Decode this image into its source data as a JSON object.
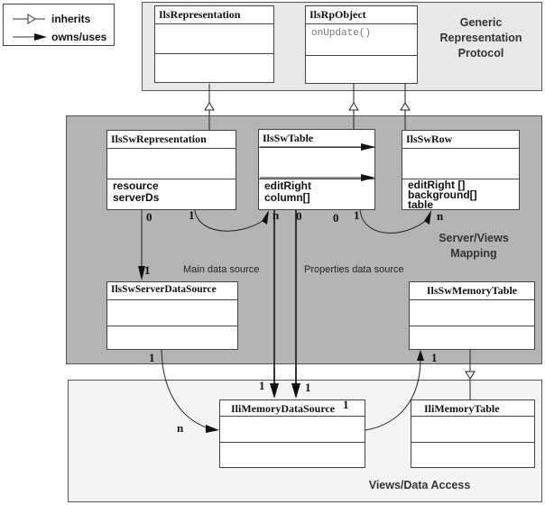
{
  "legend": {
    "inherits_label": "inherits",
    "owns_label": "owns/uses",
    "inherits_icon": "hollow-triangle-arrow-icon",
    "owns_icon": "filled-arrow-icon"
  },
  "packages": {
    "generic": {
      "label_lines": [
        "Generic",
        "Representation",
        "Protocol"
      ],
      "color": "#e8e8e8"
    },
    "server": {
      "label_lines": [
        "Server/Views",
        "Mapping"
      ],
      "color": "#b4b4b4"
    },
    "views": {
      "label_lines": [
        "Views/Data Access"
      ],
      "color": "#f4f4f4"
    }
  },
  "classes": {
    "ilsRepresentation": {
      "name": "IlsRepresentation",
      "methods": [],
      "attributes": []
    },
    "ilsRpObject": {
      "name": "IlsRpObject",
      "methods": [
        "onUpdate()"
      ],
      "attributes": []
    },
    "ilsSwRepresentation": {
      "name": "IlsSwRepresentation",
      "attributes": [
        "resource",
        "serverDs"
      ]
    },
    "ilsSwTable": {
      "name": "IlsSwTable",
      "attributes": [
        "editRight",
        "column[]"
      ]
    },
    "ilsSwRow": {
      "name": "IlsSwRow",
      "attributes": [
        "editRight []",
        "background[]",
        "table"
      ]
    },
    "ilsSwServerDataSource": {
      "name": "IlsSwServerDataSource"
    },
    "ilsSwMemoryTable": {
      "name": "IlsSwMemoryTable"
    },
    "iliMemoryDataSource": {
      "name": "IliMemoryDataSource"
    },
    "iliMemoryTable": {
      "name": "IliMemoryTable"
    }
  },
  "notes": {
    "main_data_source": "Main data source",
    "properties_data_source": "Properties data source"
  },
  "multiplicities": {
    "rep_server_0": "0",
    "rep_table_1": "1",
    "table_n": "n",
    "table_prop_0": "0",
    "table_row_0": "0",
    "table_row_1": "1",
    "row_n": "n",
    "server_ds_1": "1",
    "server_ds_bottom_1": "1",
    "memtable_1": "1",
    "mds_left_1": "1",
    "mds_right_1": "1",
    "mds_n": "n",
    "mds_corner_1": "1"
  }
}
